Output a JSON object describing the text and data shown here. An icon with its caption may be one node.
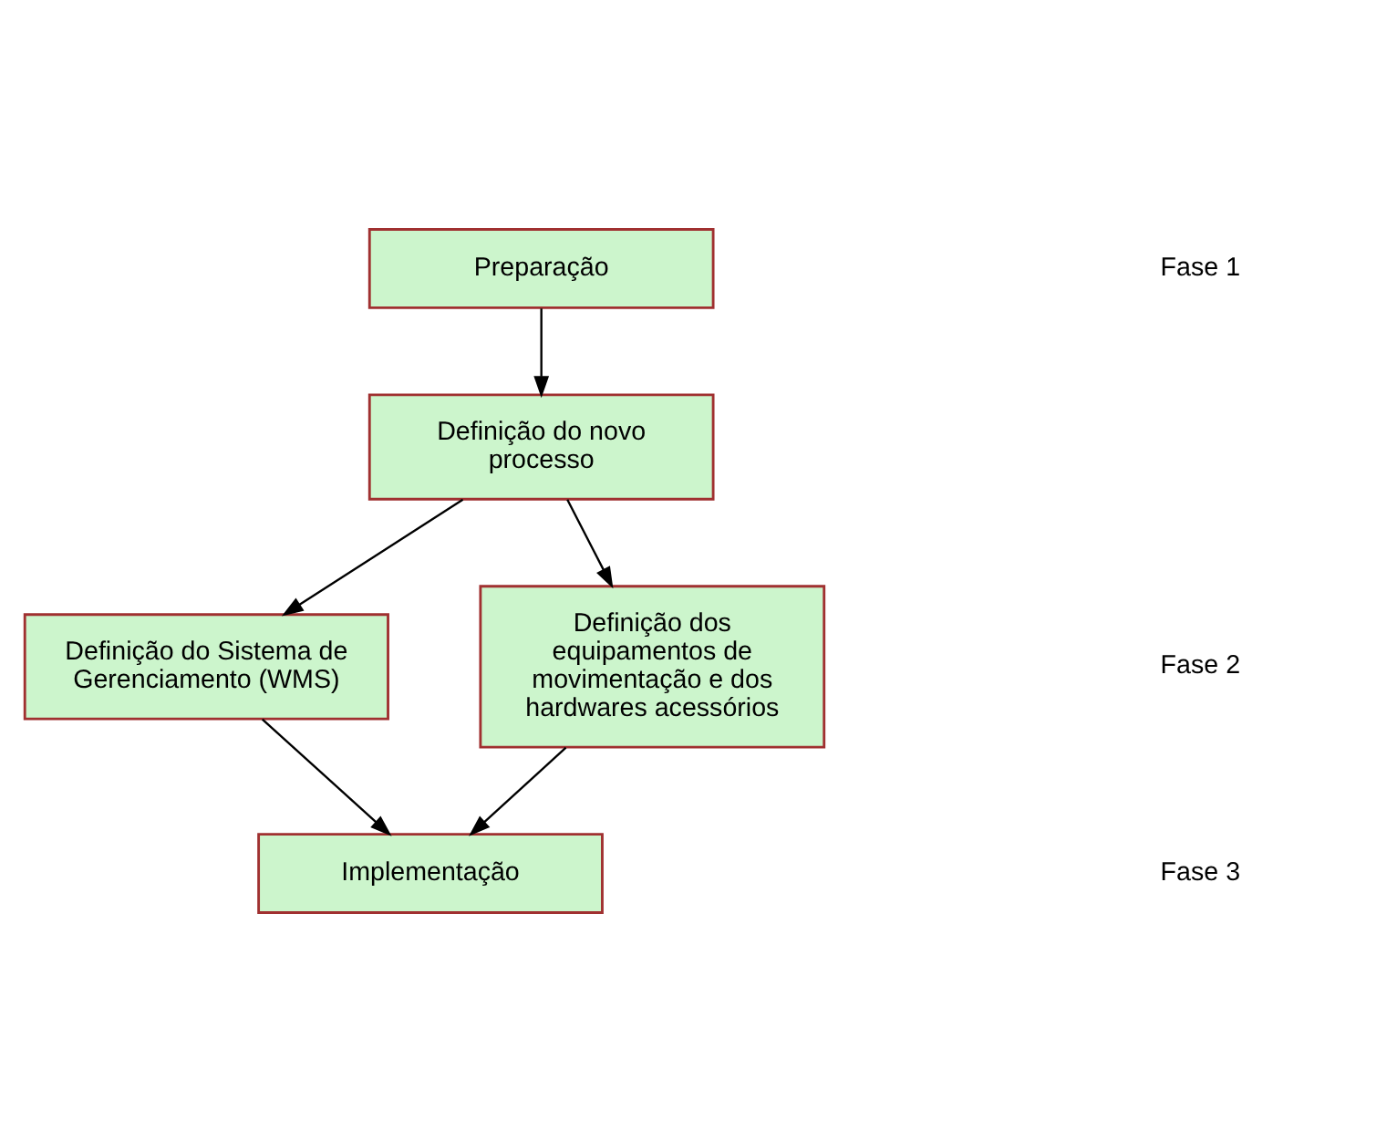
{
  "diagram": {
    "nodes": [
      {
        "text": [
          "Preparação"
        ]
      },
      {
        "text": [
          "Definição do novo processo"
        ]
      },
      {
        "text": [
          "Definição do Sistema de Gerenciamento (WMS)"
        ]
      },
      {
        "text": [
          "Definição dos equipamentos de movimentação e dos hardwares acessórios"
        ]
      },
      {
        "text": [
          "Implementação"
        ]
      }
    ],
    "edges": [
      {
        "from": 0,
        "to": 1,
        "arrow": "to"
      },
      {
        "from": 1,
        "to": 2,
        "arrow": "to"
      },
      {
        "from": 1,
        "to": 3,
        "arrow": "to"
      },
      {
        "from": 2,
        "to": 4,
        "arrow": "to"
      },
      {
        "from": 3,
        "to": 4,
        "arrow": "to"
      }
    ],
    "labels": [
      "Fase 1",
      "Fase 2",
      "Fase 3"
    ]
  }
}
